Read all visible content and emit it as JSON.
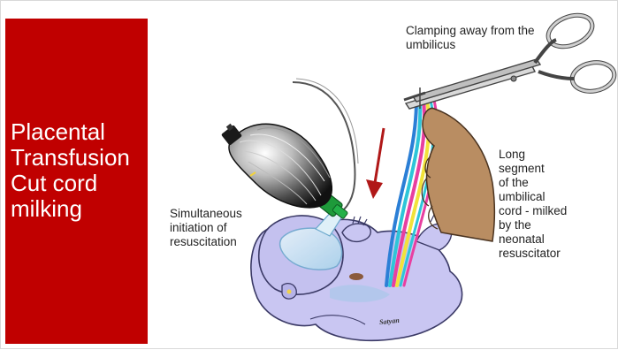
{
  "title": {
    "lines": [
      "Placental",
      "Transfusion",
      "Cut cord",
      "milking"
    ]
  },
  "labels": {
    "clamping": [
      "Clamping away from the",
      "umbilicus"
    ],
    "resuscitation": [
      "Simultaneous",
      "initiation of",
      "resuscitation"
    ],
    "long_segment": [
      "Long",
      "segment",
      "of the",
      "umbilical",
      "cord  - milked",
      "by the",
      "neonatal",
      "resuscitator"
    ]
  },
  "signature": "Satyan",
  "colors": {
    "title_panel": "#c00000",
    "baby_skin": "#c9c6f2",
    "arrow": "#b01818",
    "mask_connector": "#1e9a3a",
    "hand": "#b98d62",
    "cord_strands": [
      "#2ec5d8",
      "#e83fa0",
      "#f2e23a",
      "#2b7fd6"
    ]
  }
}
